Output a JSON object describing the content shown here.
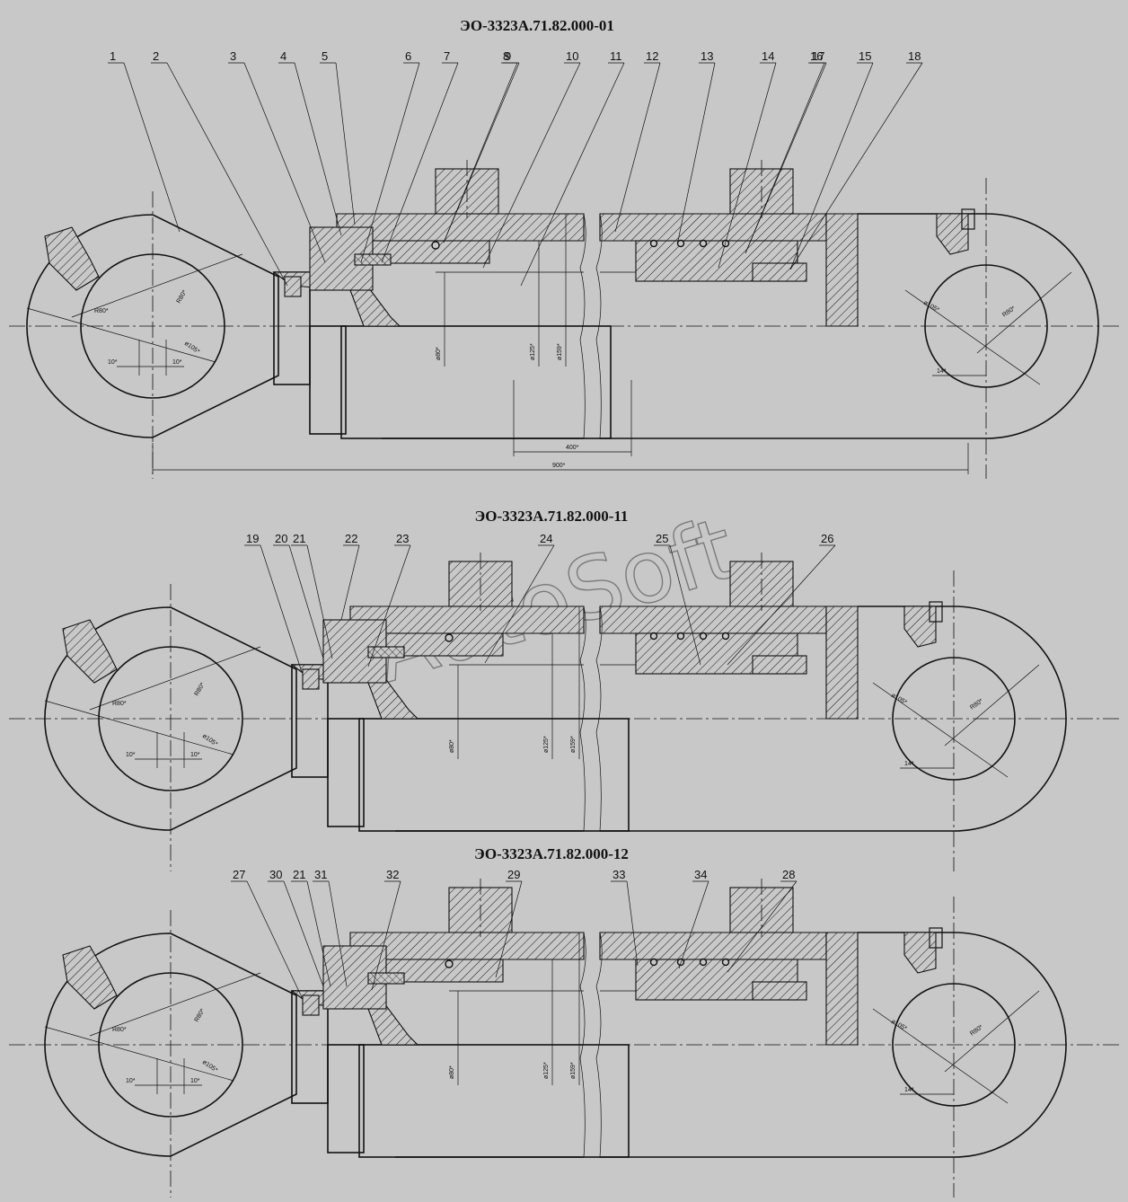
{
  "watermark": "AutoSoft",
  "drawings": [
    {
      "title": "ЭО-3323А.71.82.000-01",
      "callouts": [
        "1",
        "2",
        "3",
        "4",
        "5",
        "6",
        "7",
        "8",
        "9",
        "10",
        "11",
        "12",
        "13",
        "14",
        "16",
        "17",
        "15",
        "18"
      ],
      "dims": {
        "r_left": "R80*",
        "r_left2": "R80*",
        "d_left": "ø105*",
        "off_a": "10*",
        "off_b": "10*",
        "d_rod": "ø80*",
        "d_bore": "ø125*",
        "d_outer": "ø159*",
        "d_right": "ø105*",
        "r_right": "R80*",
        "off_right": "14*",
        "len_a": "400*",
        "len_b": "900*"
      }
    },
    {
      "title": "ЭО-3323А.71.82.000-11",
      "callouts": [
        "19",
        "20",
        "21",
        "22",
        "23",
        "24",
        "25",
        "26"
      ],
      "dims": {
        "r_left": "R80*",
        "r_left2": "R80*",
        "d_left": "ø105*",
        "off_a": "10*",
        "off_b": "10*",
        "d_rod": "ø80*",
        "d_bore": "ø125*",
        "d_outer": "ø159*",
        "d_right": "ø105*",
        "r_right": "R80*",
        "off_right": "14*"
      }
    },
    {
      "title": "ЭО-3323А.71.82.000-12",
      "callouts": [
        "27",
        "30",
        "21",
        "31",
        "32",
        "29",
        "33",
        "34",
        "28"
      ],
      "dims": {
        "r_left": "R80*",
        "r_left2": "R80*",
        "d_left": "ø105*",
        "off_a": "10*",
        "off_b": "10*",
        "d_rod": "ø80*",
        "d_bore": "ø125*",
        "d_outer": "ø159*",
        "d_right": "ø105*",
        "r_right": "R80*",
        "off_right": "14*"
      }
    }
  ]
}
